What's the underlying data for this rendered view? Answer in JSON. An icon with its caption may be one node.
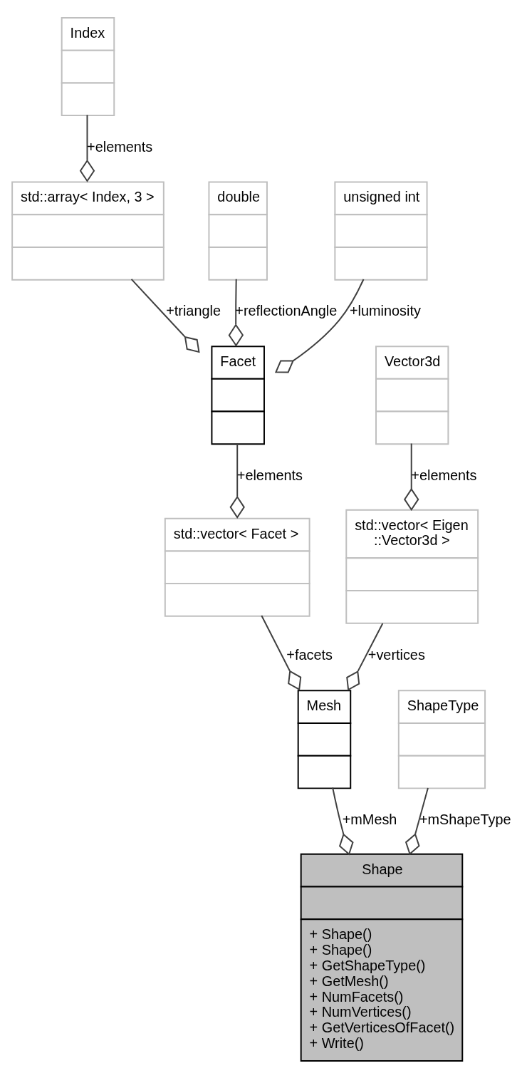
{
  "diagram": {
    "nodes": [
      {
        "text": [
          "Index"
        ]
      },
      {
        "text": [
          "std::array< Index, 3 >"
        ]
      },
      {
        "text": [
          "double"
        ]
      },
      {
        "text": [
          "unsigned int"
        ]
      },
      {
        "text": [
          "Facet"
        ]
      },
      {
        "text": [
          "Vector3d"
        ]
      },
      {
        "text": [
          "std::vector< Facet >"
        ]
      },
      {
        "text": [
          "std::vector< Eigen ::Vector3d >"
        ]
      },
      {
        "text": [
          "ShapeType"
        ]
      },
      {
        "text": [
          "Mesh"
        ]
      },
      {
        "text": [
          "Shape",
          "+ Shape()",
          "+ Shape()",
          "+ GetShapeType()",
          "+ GetMesh()",
          "+ NumFacets()",
          "+ NumVertices()",
          "+ GetVerticesOfFacet()",
          "+ Write()"
        ]
      }
    ],
    "edges": [
      {
        "from": 0,
        "to": 1,
        "arrow": "other",
        "label": "+elements"
      },
      {
        "from": 1,
        "to": 4,
        "arrow": "other",
        "label": "+triangle"
      },
      {
        "from": 2,
        "to": 4,
        "arrow": "other",
        "label": "+reflectionAngle"
      },
      {
        "from": 3,
        "to": 4,
        "arrow": "other",
        "label": "+luminosity"
      },
      {
        "from": 4,
        "to": 6,
        "arrow": "other",
        "label": "+elements"
      },
      {
        "from": 5,
        "to": 7,
        "arrow": "other",
        "label": "+elements"
      },
      {
        "from": 6,
        "to": 9,
        "arrow": "other",
        "label": "+facets"
      },
      {
        "from": 7,
        "to": 9,
        "arrow": "other",
        "label": "+vertices"
      },
      {
        "from": 8,
        "to": 10,
        "arrow": "other",
        "label": "+mShapeType"
      },
      {
        "from": 9,
        "to": 10,
        "arrow": "other",
        "label": "+mMesh"
      }
    ]
  }
}
